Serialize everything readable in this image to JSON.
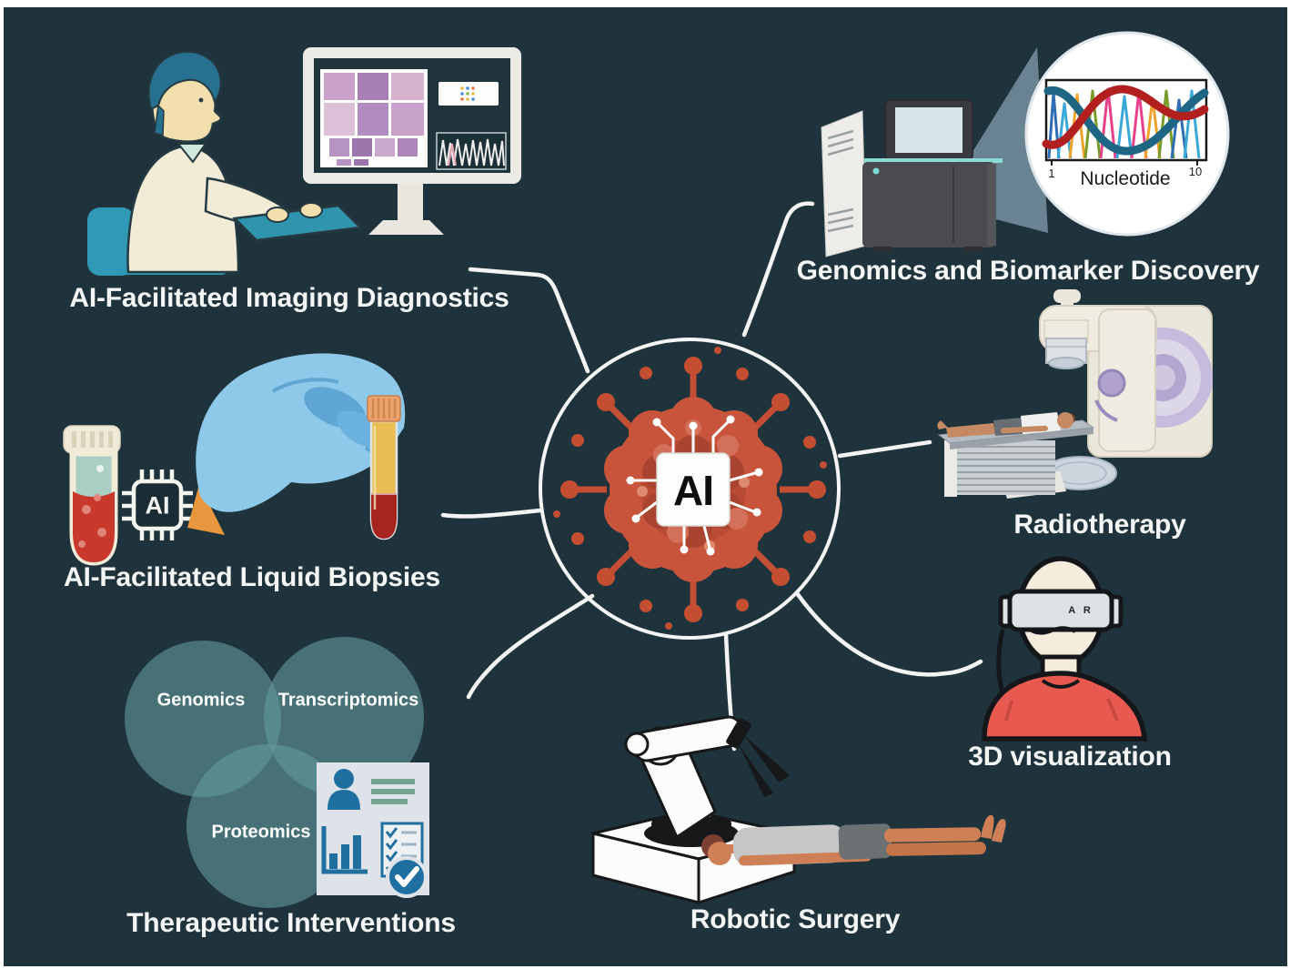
{
  "figure": {
    "hub": {
      "chip_label": "AI"
    },
    "sections": {
      "imaging": {
        "label": "AI-Facilitated Imaging Diagnostics"
      },
      "genomics": {
        "label": "Genomics and Biomarker Discovery",
        "inset": {
          "xlabel": "Nucleotide",
          "tick_first": "1",
          "tick_last": "10"
        }
      },
      "radiotherapy": {
        "label": "Radiotherapy"
      },
      "visualization": {
        "label": "3D visualization",
        "headset_text": "A R"
      },
      "robotic_surgery": {
        "label": "Robotic Surgery"
      },
      "therapeutic": {
        "label": "Therapeutic Interventions",
        "venn": {
          "circle1": "Genomics",
          "circle2": "Transcriptomics",
          "circle3": "Proteomics"
        }
      },
      "liquid_biopsies": {
        "label": "AI-Facilitated Liquid Biopsies",
        "chip_label": "AI"
      }
    },
    "palette": {
      "background": "#1e333b",
      "connector_white": "#f3f4f3",
      "tumor_red": "#c8543b",
      "spike_red": "#c44e32",
      "venn_teal": "#63989c",
      "doc_blue": "#1f6fa0",
      "glove_blue": "#8ec9e9",
      "shirt_red": "#e85a50",
      "gantry_purple": "#b4a7d2"
    }
  }
}
